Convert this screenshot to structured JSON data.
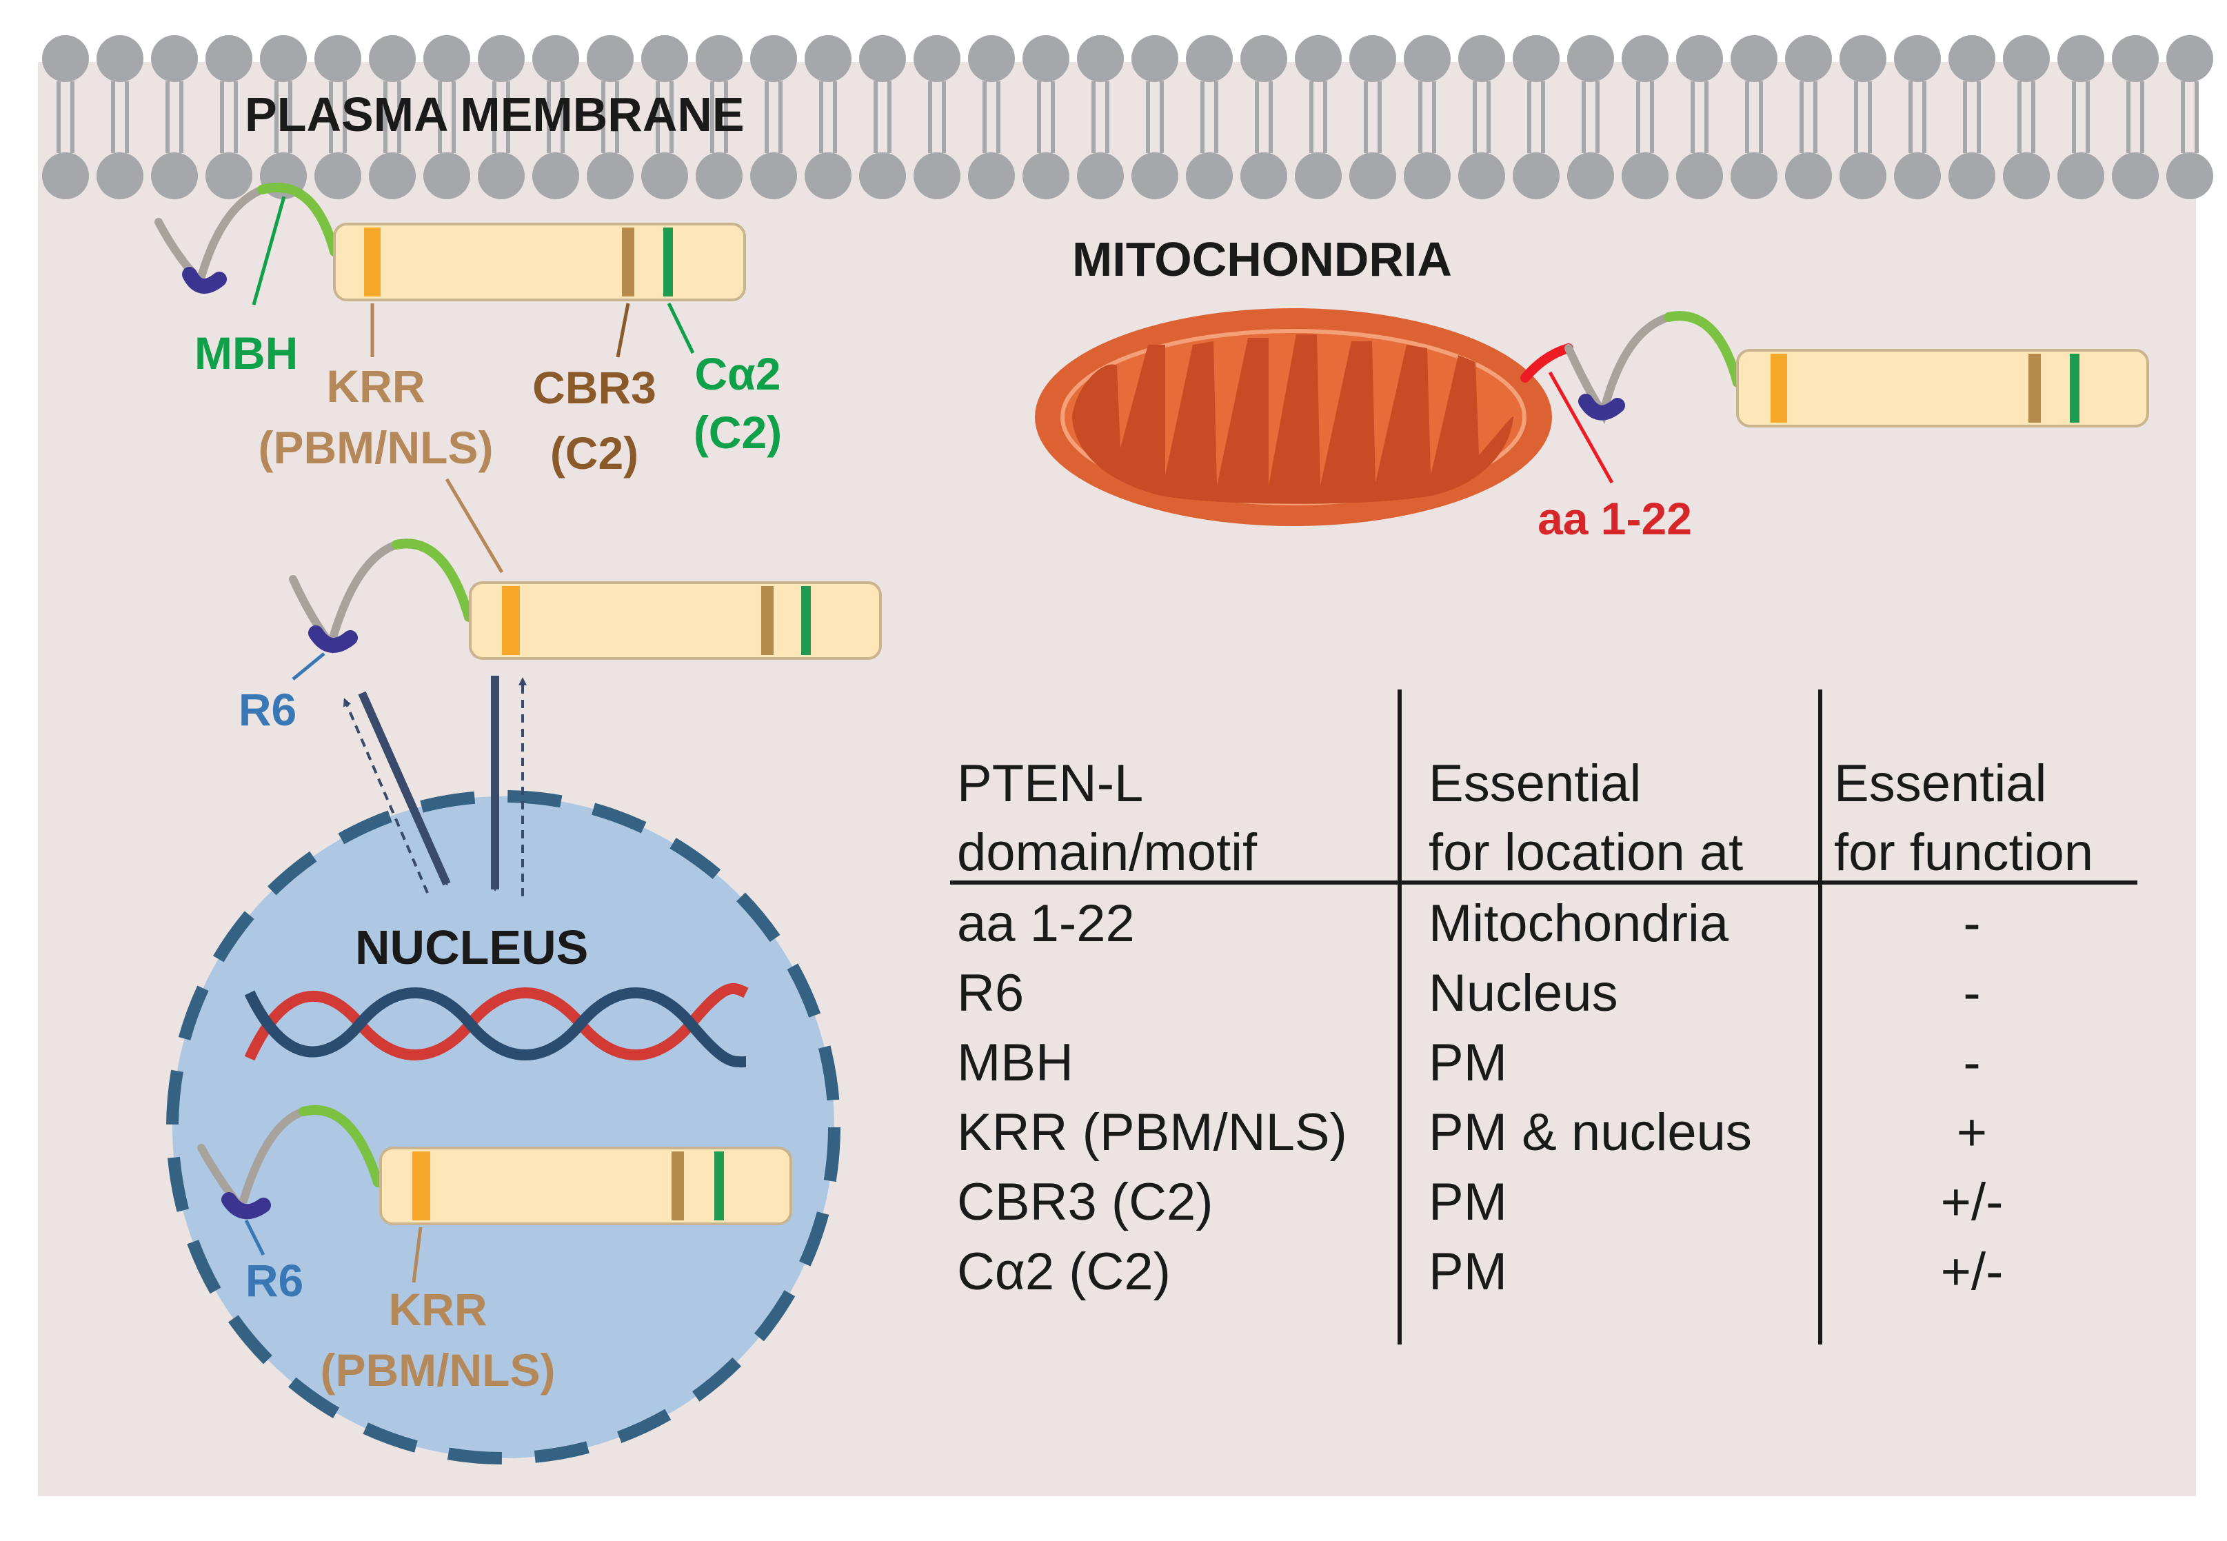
{
  "colors": {
    "cytoplasm": "#ebe4e2",
    "lipid": "#a5a7aa",
    "protein_body": "#fde7b8",
    "krr": "#f7a82b",
    "cbr3": "#b58a4a",
    "calpha2": "#1e9b50",
    "mbh": "#7cc242",
    "r6": "#3b3491",
    "linker": "#a8a29c",
    "mito_outer": "#dc6233",
    "mito_inner": "#c74b25",
    "mito_target": "#ed1c24",
    "nucleus": "#aec8e4",
    "nucleus_border": "#356282",
    "dna_red": "#d13a35",
    "dna_blue": "#2b4b6f",
    "arrow": "#3a4a6a",
    "label_green": "#11a04a",
    "label_tan": "#b5885a",
    "label_brown": "#8a5a2b",
    "label_blue": "#3a78b5",
    "label_red": "#d7262a"
  },
  "labels": {
    "plasma_membrane": "PLASMA MEMBRANE",
    "mitochondria": "MITOCHONDRIA",
    "nucleus": "NUCLEUS",
    "mbh": "MBH",
    "krr": "KRR",
    "pbm_nls": "(PBM/NLS)",
    "cbr3": "CBR3",
    "c2": "(C2)",
    "calpha2": "Cα2",
    "c2b": "(C2)",
    "aa": "aa 1-22",
    "r6": "R6",
    "r6_nucleus": "R6",
    "krr_nucleus": "KRR",
    "pbm_nls_nucleus": "(PBM/NLS)"
  },
  "table": {
    "headers": [
      [
        "PTEN-L",
        "domain/motif"
      ],
      [
        "Essential",
        "for location at"
      ],
      [
        "Essential",
        "for function"
      ]
    ],
    "rows": [
      [
        "aa 1-22",
        "Mitochondria",
        "-"
      ],
      [
        "R6",
        "Nucleus",
        "-"
      ],
      [
        "MBH",
        "PM",
        "-"
      ],
      [
        "KRR (PBM/NLS)",
        "PM & nucleus",
        "+"
      ],
      [
        "CBR3 (C2)",
        "PM",
        "+/-"
      ],
      [
        "Cα2 (C2)",
        "PM",
        "+/-"
      ]
    ]
  }
}
